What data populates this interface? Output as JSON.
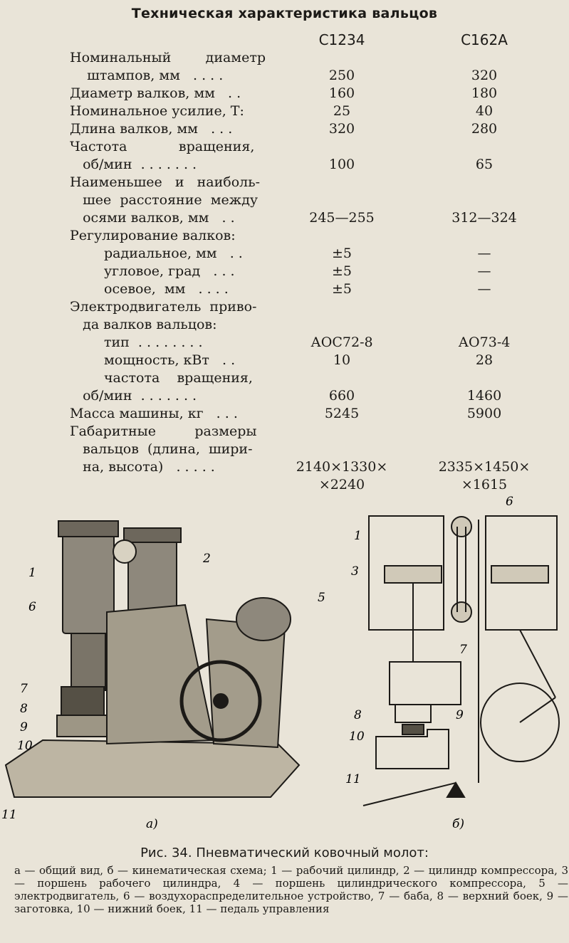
{
  "title": "Техническая характеристика вальцов",
  "columns": [
    "С1234",
    "С162А"
  ],
  "rows": [
    {
      "label": "Номинальный        диаметр",
      "v1": "",
      "v2": "",
      "indent": 0,
      "just": true
    },
    {
      "label": "    штампов, мм   . . . .",
      "v1": "250",
      "v2": "320",
      "indent": 0
    },
    {
      "label": "Диаметр валков, мм   . .",
      "v1": "160",
      "v2": "180",
      "indent": 0
    },
    {
      "label": "Номинальное усилие, Т:",
      "v1": "25",
      "v2": "40",
      "indent": 0
    },
    {
      "label": "Длина валков, мм   . . .",
      "v1": "320",
      "v2": "280",
      "indent": 0
    },
    {
      "label": "Частота            вращения,",
      "v1": "",
      "v2": "",
      "indent": 0,
      "just": true
    },
    {
      "label": "   об/мин  . . . . . . .",
      "v1": "100",
      "v2": "65",
      "indent": 0
    },
    {
      "label": "Наименьшее   и   наиболь-",
      "v1": "",
      "v2": "",
      "indent": 0
    },
    {
      "label": "   шее  расстояние  между",
      "v1": "",
      "v2": "",
      "indent": 0
    },
    {
      "label": "   осями валков, мм   . .",
      "v1": "245—255",
      "v2": "312—324",
      "indent": 0
    },
    {
      "label": "Регулирование валков:",
      "v1": "",
      "v2": "",
      "indent": 0
    },
    {
      "label": "радиальное, мм   . .",
      "v1": "±5",
      "v2": "—",
      "indent": 2
    },
    {
      "label": "угловое, град   . . .",
      "v1": "±5",
      "v2": "—",
      "indent": 2
    },
    {
      "label": "осевое,  мм   . . . .",
      "v1": "±5",
      "v2": "—",
      "indent": 2
    },
    {
      "label": "Электродвигатель  приво-",
      "v1": "",
      "v2": "",
      "indent": 0
    },
    {
      "label": "   да валков вальцов:",
      "v1": "",
      "v2": "",
      "indent": 0
    },
    {
      "label": "тип  . . . . . . . .",
      "v1": "АОС72-8",
      "v2": "АО73-4",
      "indent": 2
    },
    {
      "label": "мощность, кВт   . .",
      "v1": "10",
      "v2": "28",
      "indent": 2
    },
    {
      "label": "частота    вращения,",
      "v1": "",
      "v2": "",
      "indent": 2
    },
    {
      "label": "   об/мин  . . . . . . .",
      "v1": "660",
      "v2": "1460",
      "indent": 0
    },
    {
      "label": "Масса машины, кг   . . .",
      "v1": "5245",
      "v2": "5900",
      "indent": 0
    },
    {
      "label": "Габаритные         размеры",
      "v1": "",
      "v2": "",
      "indent": 0,
      "just": true
    },
    {
      "label": "   вальцов  (длина,  шири-",
      "v1": "",
      "v2": "",
      "indent": 0
    },
    {
      "label": "   на, высота)   . . . . .",
      "v1": "2140×1330×",
      "v2": "2335×1450×",
      "indent": 0
    },
    {
      "label": "",
      "v1": "×2240",
      "v2": "×1615",
      "indent": 0
    }
  ],
  "figure": {
    "label_a": "а)",
    "label_b": "б)",
    "numbers_a": [
      "1",
      "2",
      "5",
      "6",
      "7",
      "8",
      "9",
      "10",
      "11"
    ],
    "numbers_b": [
      "1",
      "3",
      "6",
      "7",
      "8",
      "9",
      "10",
      "11"
    ]
  },
  "caption": "Рис. 34. Пневматический ковочный молот:",
  "legend": [
    "а — общий вид, б — кинематическая схема; 1 — рабочий цилиндр, 2 — цилиндр компрессора, 3 — поршень рабочего цилиндра, 4 — поршень цилиндрического компрессора, 5 — электродвигатель, 6 — воздухораспределительное устройство, 7 — баба, 8 — верхний боек, 9 — заготовка, 10 — нижний боек, 11 — педаль управления"
  ]
}
